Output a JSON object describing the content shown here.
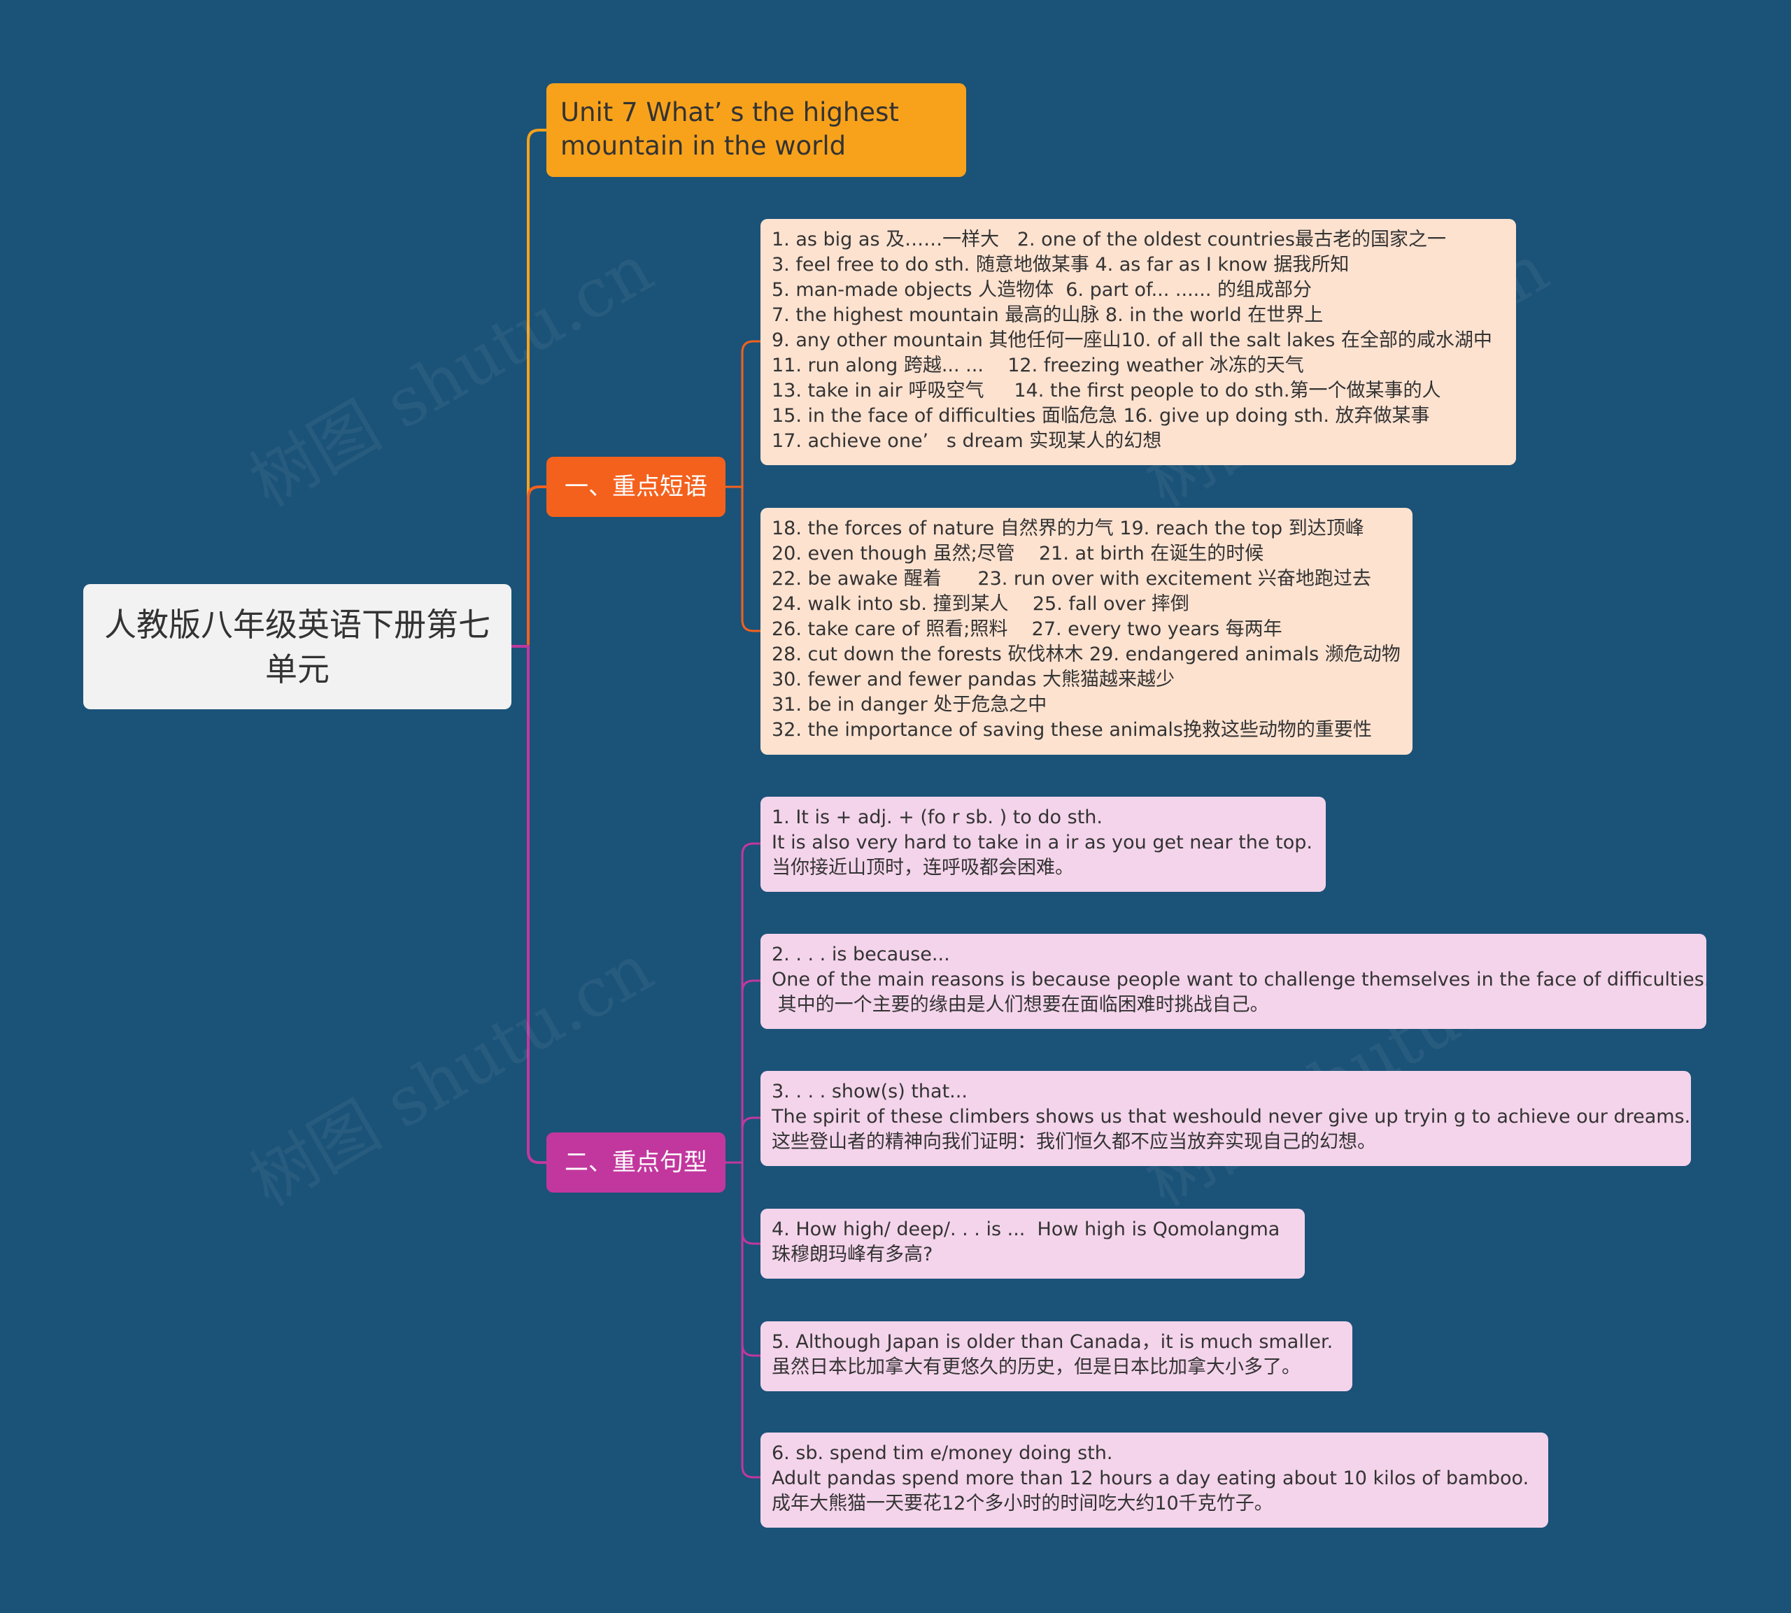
{
  "root": {
    "title": "人教版八年级英语下册第七单元"
  },
  "branches": [
    {
      "id": "b1",
      "label": "Unit 7 What’ s the highest mountain in the world",
      "color": "#f8a21b"
    },
    {
      "id": "b2",
      "label": "一、重点短语",
      "color": "#f4611d"
    },
    {
      "id": "b3",
      "label": "二、重点句型",
      "color": "#c2379e"
    }
  ],
  "phrases": [
    "1. as big as 及……一样大   2. one of the oldest countries最古老的国家之一\n3. feel free to do sth. 随意地做某事 4. as far as I know 据我所知\n5. man-made objects 人造物体  6. part of... ...... 的组成部分\n7. the highest mountain 最高的山脉 8. in the world 在世界上\n9. any other mountain 其他任何一座山10. of all the salt lakes 在全部的咸水湖中\n11. run along 跨越... ...    12. freezing weather 冰冻的天气\n13. take in air 呼吸空气     14. the first people to do sth.第一个做某事的人\n15. in the face of difficulties 面临危急 16. give up doing sth. 放弃做某事\n17. achieve one’   s dream 实现某人的幻想",
    "18. the forces of nature 自然界的力气 19. reach the top 到达顶峰\n20. even though 虽然;尽管    21. at birth 在诞生的时候\n22. be awake 醒着      23. run over with excitement 兴奋地跑过去\n24. walk into sb. 撞到某人    25. fall over 摔倒\n26. take care of 照看;照料    27. every two years 每两年\n28. cut down the forests 砍伐林木 29. endangered animals 濒危动物\n30. fewer and fewer pandas 大熊猫越来越少\n31. be in danger 处于危急之中\n32. the importance of saving these animals挽救这些动物的重要性"
  ],
  "sentences": [
    "1. It is + adj. + (fo r sb. ) to do sth.\nIt is also very hard to take in a ir as you get near the top.\n当你接近山顶时，连呼吸都会困难。",
    "2. . . . is because...\nOne of the main reasons is because people want to challenge themselves in the face of difficulties.\n 其中的一个主要的缘由是人们想要在面临困难时挑战自己。",
    "3. . . . show(s) that...\nThe spirit of these climbers shows us that weshould never give up tryin g to achieve our dreams.\n这些登山者的精神向我们证明：我们恒久都不应当放弃实现自己的幻想。",
    "4. How high/ deep/. . . is ...  How high is Qomolangma\n珠穆朗玛峰有多高?",
    "5. Although Japan is older than Canada，it is much smaller.\n虽然日本比加拿大有更悠久的历史，但是日本比加拿大小多了。",
    "6. sb. spend tim e/money doing sth.\nAdult pandas spend more than 12 hours a day eating about 10 kilos of bamboo.\n成年大熊猫一天要花12个多小时的时间吃大约10千克竹子。"
  ],
  "watermark": "树图 shutu.cn"
}
